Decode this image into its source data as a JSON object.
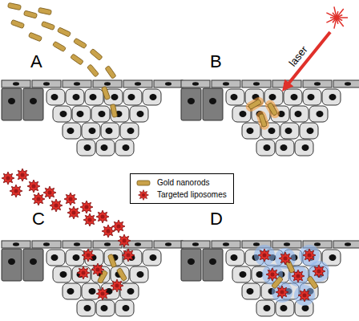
{
  "diagram": {
    "labels": [
      "A",
      "B",
      "C",
      "D",
      "laser"
    ],
    "legend": [
      {
        "text": "Gold nanorods"
      },
      {
        "text": "Targeted liposomes"
      }
    ]
  }
}
